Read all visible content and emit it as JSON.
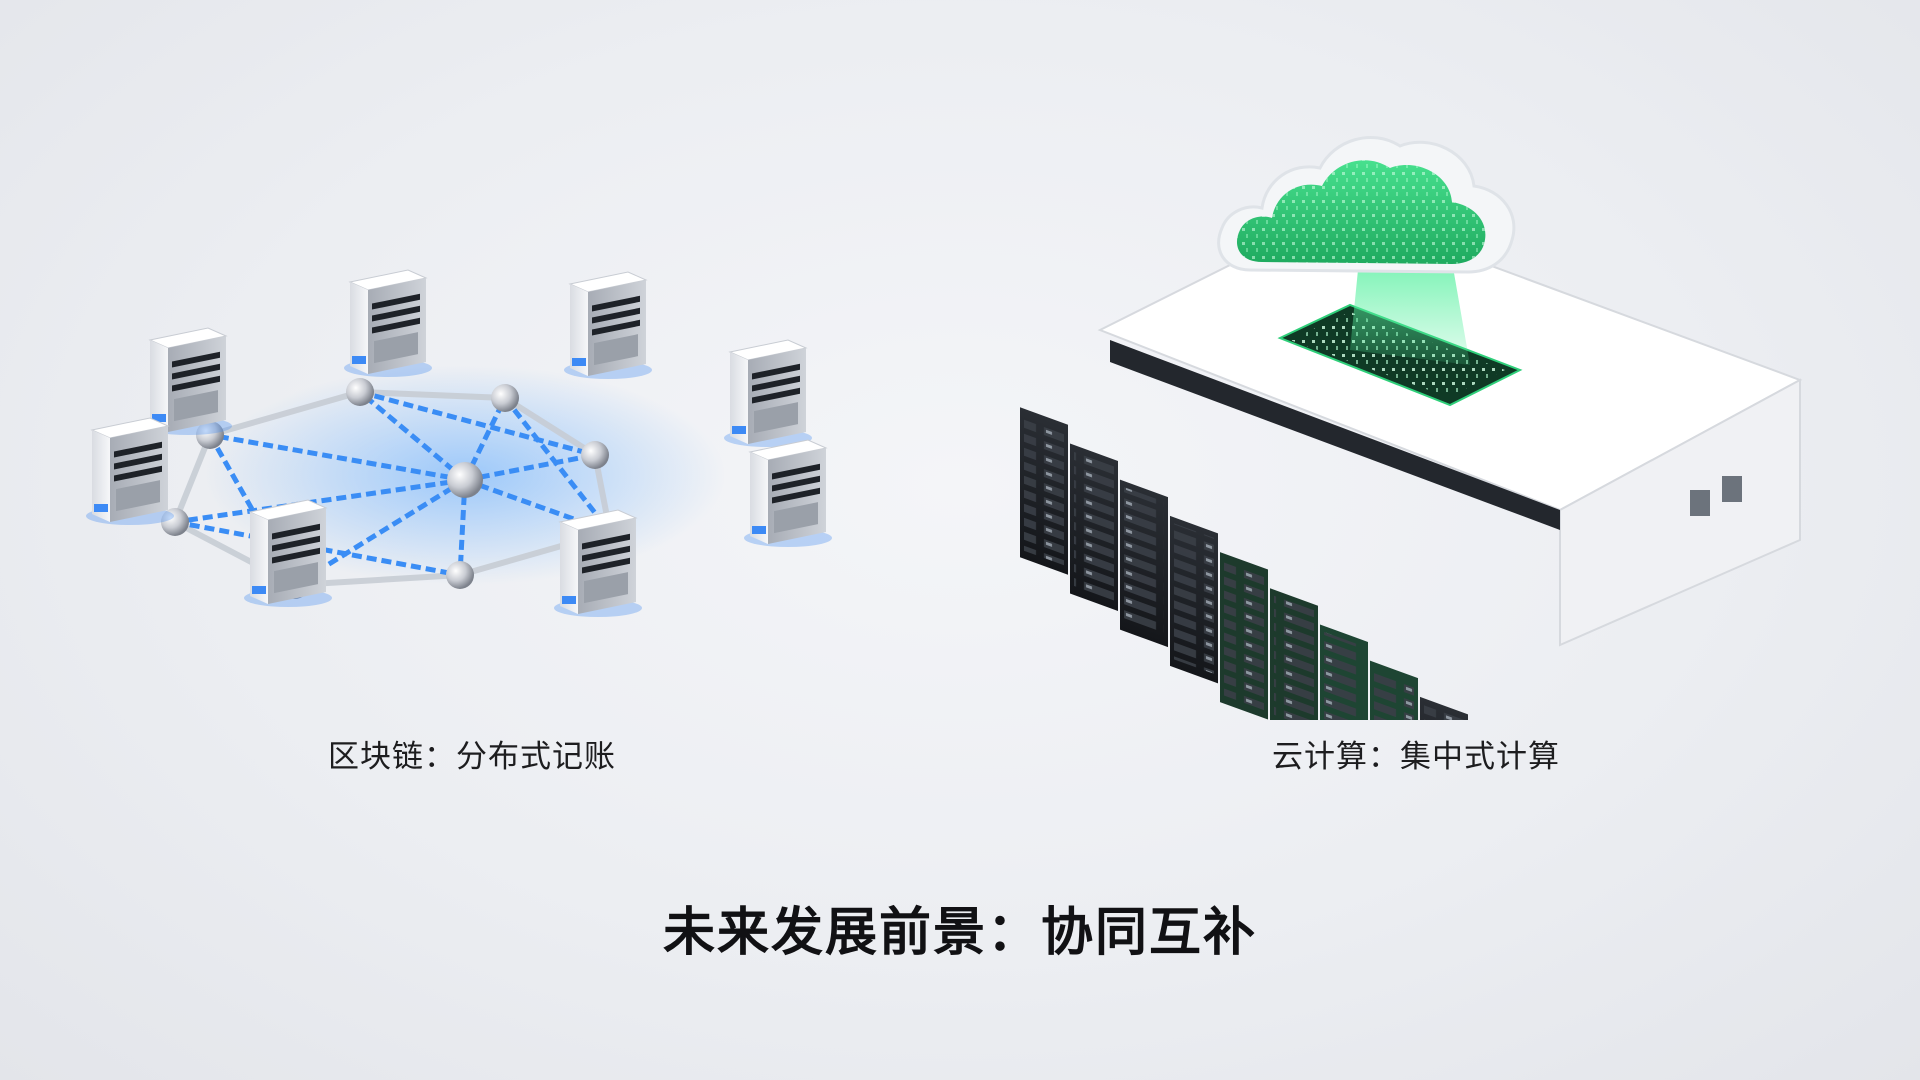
{
  "captions": {
    "blockchain": "区块链：分布式记账",
    "cloud": "云计算：集中式计算"
  },
  "title": "未来发展前景：协同互补",
  "colors": {
    "background": "#eceef2",
    "chain_glow": "#3a8df5",
    "cloud_green": "#2fcf7a",
    "rack_dark": "#1b1d21",
    "text": "#1d1d1f"
  },
  "icons": {
    "blockchain": "network-of-servers-icon",
    "cloud": "cloud-datacenter-icon"
  }
}
